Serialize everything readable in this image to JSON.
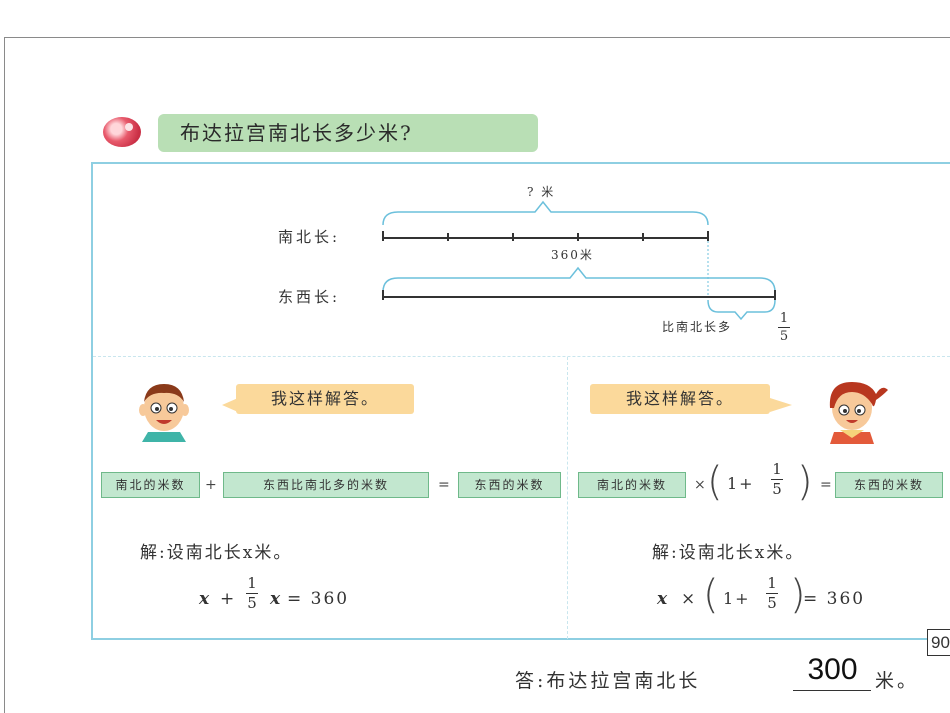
{
  "question": {
    "text": "布达拉宫南北长多少米?"
  },
  "diagram": {
    "ns_label": "南北长:",
    "ew_label": "东西长:",
    "unknown_label": "? 米",
    "ns_value_label": "360米",
    "extra_label": "比南北长多",
    "extra_fraction": {
      "numerator": "1",
      "denominator": "5"
    }
  },
  "left_solution": {
    "bubble": "我这样解答。",
    "box1": "南北的米数",
    "op1": "+",
    "box2": "东西比南北多的米数",
    "op2": "=",
    "box3": "东西的米数",
    "let_text": "解:设南北长x米。",
    "eq_x1": "x",
    "eq_plus": "+",
    "eq_num": "1",
    "eq_den": "5",
    "eq_x2": "x",
    "eq_rhs": "= 360"
  },
  "right_solution": {
    "bubble": "我这样解答。",
    "box1": "南北的米数",
    "op_times": "×",
    "one_plus": "1+",
    "frac_num": "1",
    "frac_den": "5",
    "op_eq": "=",
    "box2": "东西的米数",
    "let_text": "解:设南北长x米。",
    "eq_x": "x",
    "eq_times": "×",
    "eq_one_plus": "1+",
    "eq_num": "1",
    "eq_den": "5",
    "eq_rhs": "= 360"
  },
  "answer": {
    "prefix": "答:布达拉宫南北长",
    "value": "300",
    "suffix": "米。"
  },
  "page_tag": "90",
  "colors": {
    "banner": "#b9dfb5",
    "panel_border": "#8ecfe2",
    "bubble": "#fbd99b",
    "formula_box": "#c2e7cf"
  }
}
